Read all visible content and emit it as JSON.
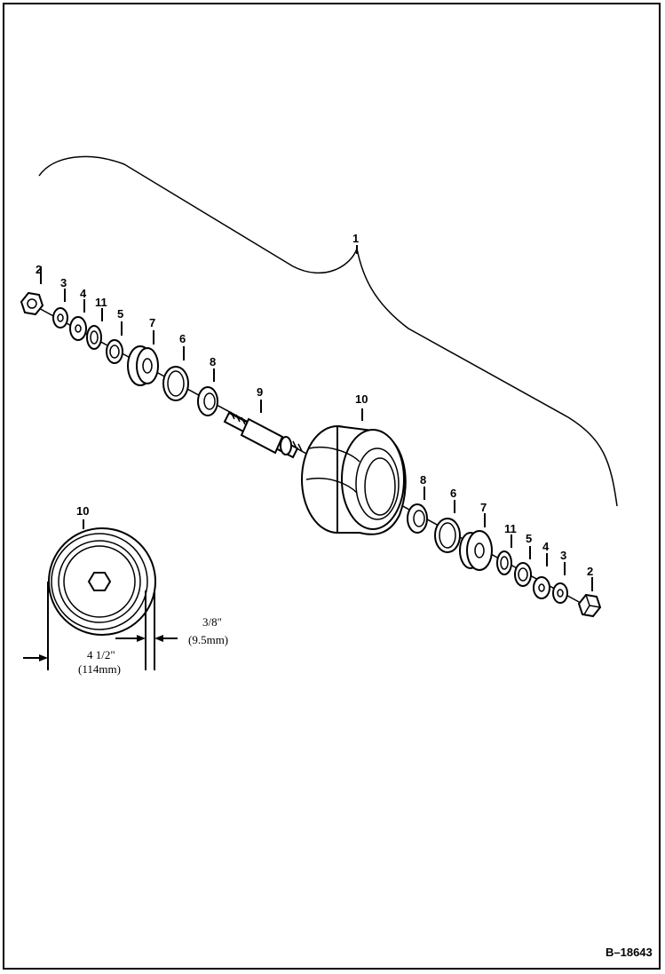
{
  "callouts": {
    "assembly": "1",
    "nut": "2",
    "washer_a": "3",
    "washer_b": "4",
    "ring": "11",
    "seal": "5",
    "cap": "7",
    "snap_ring": "6",
    "bearing": "8",
    "shaft": "9",
    "roller": "10"
  },
  "detail": {
    "label": "10",
    "width_in": "4 1/2\"",
    "width_mm": "(114mm)",
    "offset_in": "3/8\"",
    "offset_mm": "(9.5mm)"
  },
  "reference": "B–18643"
}
